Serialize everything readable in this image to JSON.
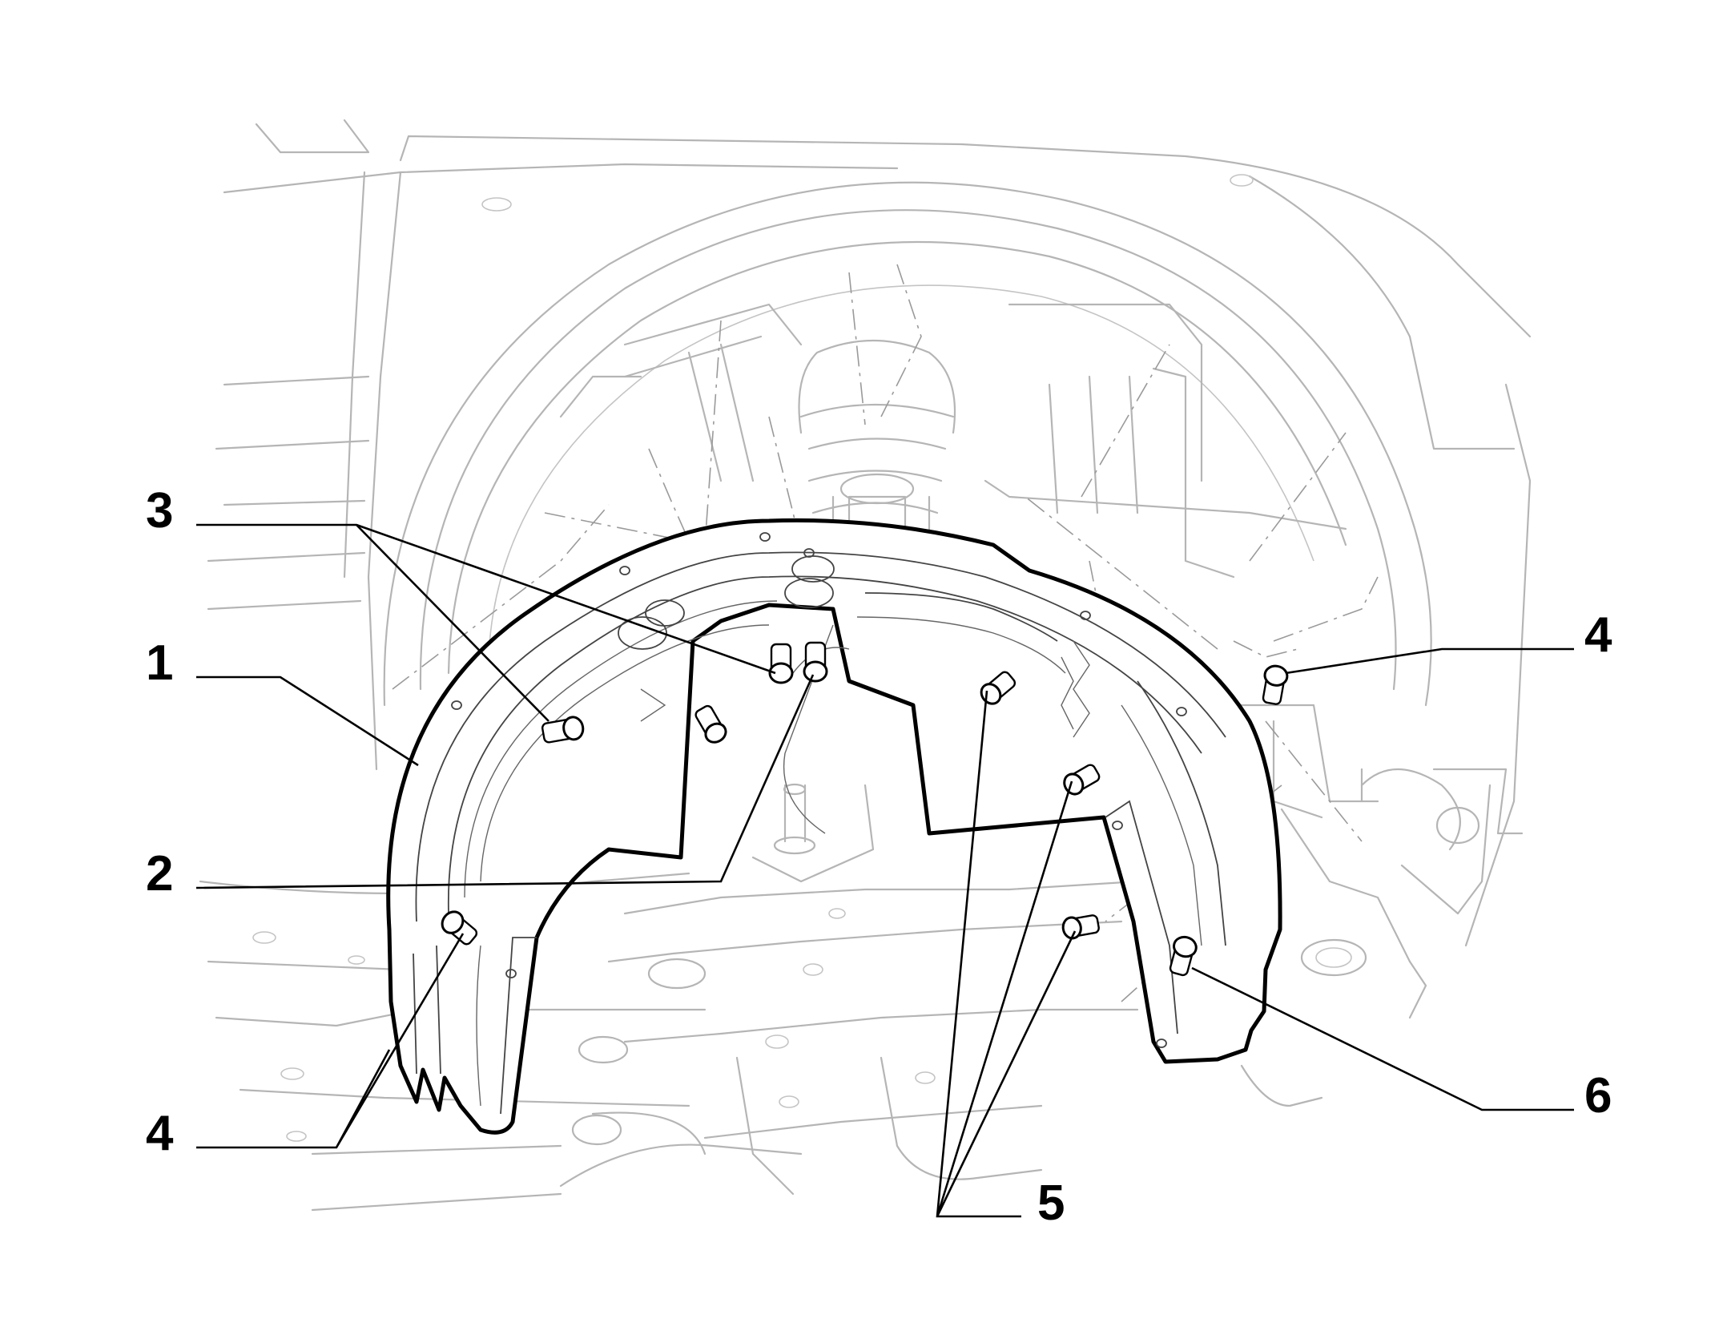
{
  "callouts": {
    "c1": "1",
    "c2": "2",
    "c3": "3",
    "c4_left": "4",
    "c4_right": "4",
    "c5": "5",
    "c6": "6"
  },
  "colors": {
    "liner_outline": "#000000",
    "background_linework": "#b5b5b5"
  }
}
